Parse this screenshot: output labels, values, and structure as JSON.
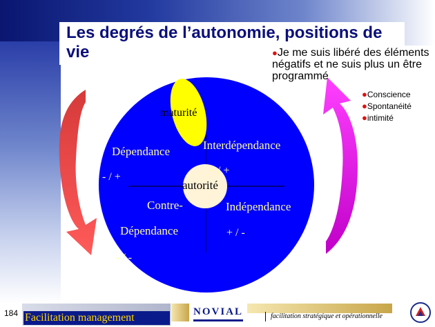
{
  "slide": {
    "title": "Les degrés de l’autonomie, positions de vie",
    "page_number": "184"
  },
  "bullets": {
    "main": "Je me suis libéré des éléments négatifs et ne suis plus un être programmé",
    "sub": [
      "Conscience",
      "Spontanéité",
      "intimité"
    ]
  },
  "diagram": {
    "center_label": "autorité",
    "top_label": "maturité",
    "quadrants": {
      "top_left": "Dépendance",
      "top_right": "Interdépendance",
      "bottom_left": "Contre-\nDépendance",
      "bottom_right": "Indépendance"
    },
    "signs": {
      "top_left": "- / +",
      "top_right": "+ / +",
      "bottom_right": "+ / -",
      "bottom_left": "- / -"
    }
  },
  "footer": {
    "left_text": "Facilitation management",
    "brand": "NOVIAL",
    "tagline": "facilitation stratégique et opérationnelle"
  },
  "colors": {
    "circle": "#0000ff",
    "ellipse": "#ffff00",
    "center": "#fff3d8",
    "label_text": "#ffff99",
    "title": "#0a0f7a",
    "arrow_left": "#e03a3a",
    "arrow_right": "#e000e0"
  }
}
